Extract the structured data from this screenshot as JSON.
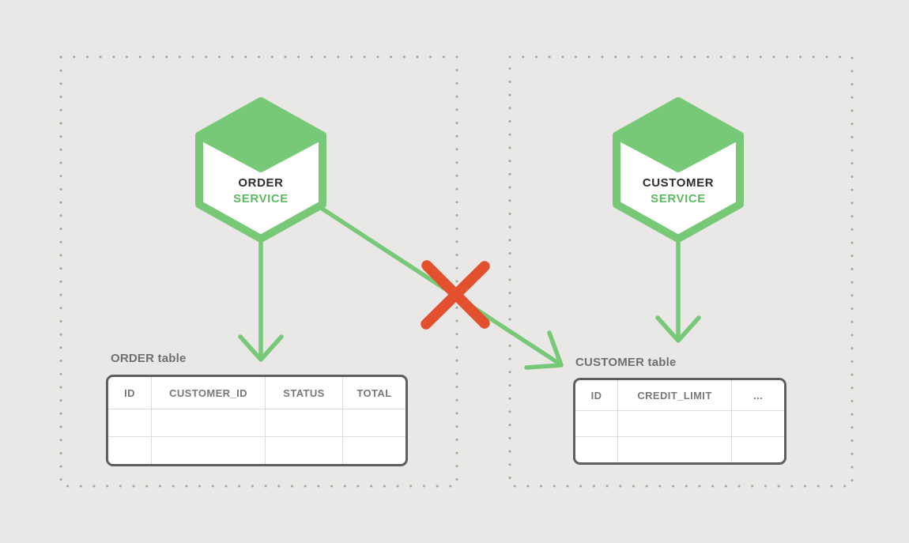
{
  "diagram": {
    "title": "database-per-service boundary diagram",
    "colors": {
      "background": "#e9e8e6",
      "boundary_dot": "#a8a5a1",
      "green_shape": "#77c877",
      "green_text": "#5eba60",
      "dark_text": "#2e2e2e",
      "gray_label_text": "#6f6f6f",
      "table_border": "#5e5e5e",
      "table_grid_line": "#dcdbd9",
      "forbidden_red": "#e2502d"
    },
    "icons": {
      "order_service_hexagon": "hexagon-cube",
      "customer_service_hexagon": "hexagon-cube",
      "forbidden_x": "✕",
      "arrow": "open-v-arrow"
    }
  },
  "left_zone": {
    "service": {
      "name": "ORDER",
      "type": "SERVICE"
    },
    "table": {
      "label": "ORDER table",
      "columns": [
        "ID",
        "CUSTOMER_ID",
        "STATUS",
        "TOTAL"
      ],
      "empty_rows": 2
    }
  },
  "right_zone": {
    "service": {
      "name": "CUSTOMER",
      "type": "SERVICE"
    },
    "table": {
      "label": "CUSTOMER table",
      "columns": [
        "ID",
        "CREDIT_LIMIT",
        "..."
      ],
      "empty_rows": 2
    }
  }
}
